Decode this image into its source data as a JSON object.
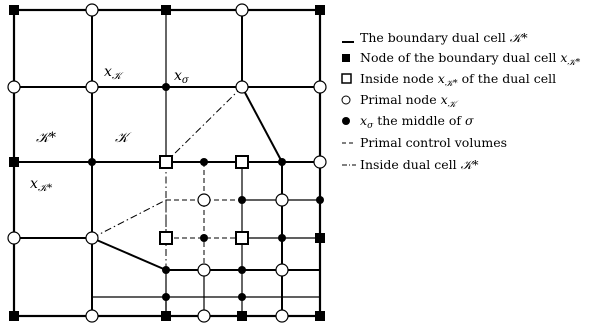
{
  "labels": {
    "x_K": "x",
    "x_K_sub": "𝒦",
    "x_sigma": "x",
    "x_sigma_sub": "σ",
    "K_star": "𝒦*",
    "K": "𝒦",
    "x_K_star": "x",
    "x_K_star_sub": "𝒦*"
  },
  "legend": [
    {
      "symbol": "thick-line",
      "text": "The boundary dual cell ",
      "math": "𝒦*"
    },
    {
      "symbol": "filled-square",
      "text": "Node of the boundary dual cell ",
      "math": "x",
      "sub": "𝒦*"
    },
    {
      "symbol": "open-square",
      "text": "Inside node ",
      "math": "x",
      "sub": "𝒦*",
      "text2": " of the dual cell"
    },
    {
      "symbol": "open-circle",
      "text": "Primal node ",
      "math": "x",
      "sub": "𝒦"
    },
    {
      "symbol": "filled-circle",
      "text": "",
      "math": "x",
      "sub": "σ",
      "text2": " the middle of ",
      "math2": "σ"
    },
    {
      "symbol": "dashed-line",
      "text": "Primal control volumes"
    },
    {
      "symbol": "dashdot-line",
      "text": "Inside dual cell ",
      "math": "𝒦*"
    }
  ]
}
